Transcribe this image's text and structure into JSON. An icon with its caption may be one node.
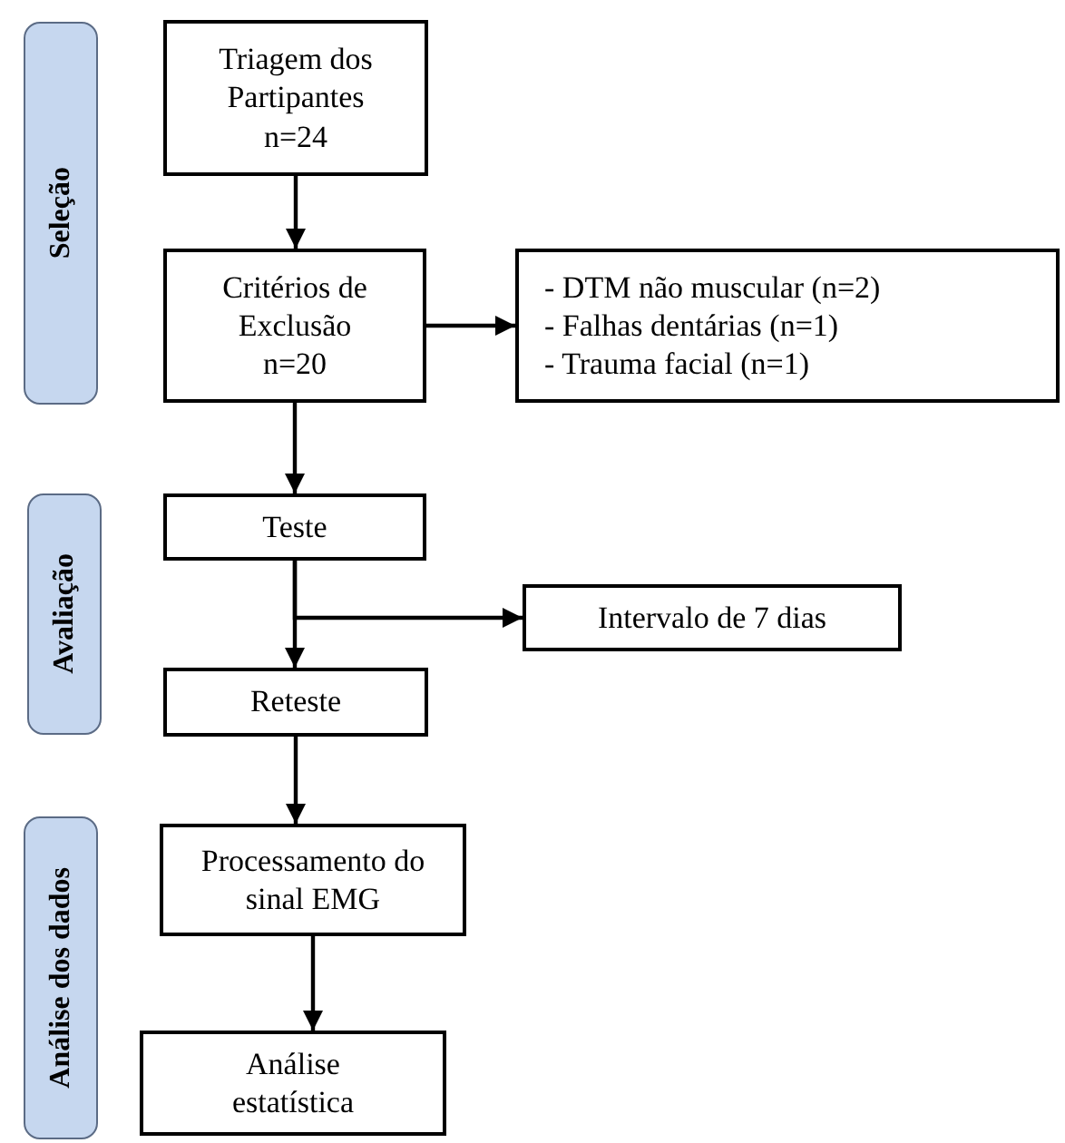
{
  "diagram": {
    "nodes": [
      {
        "text": [
          "Seleção"
        ]
      },
      {
        "text": [
          "Avaliação"
        ]
      },
      {
        "text": [
          "Análise dos dados"
        ]
      },
      {
        "text": [
          "Triagem dos Partipantes n=24"
        ]
      },
      {
        "text": [
          "Critérios de Exclusão n=20"
        ]
      },
      {
        "text": [
          "- DTM não muscular (n=2)",
          "- Falhas dentárias (n=1)",
          "- Trauma facial (n=1)"
        ]
      },
      {
        "text": [
          "Teste"
        ]
      },
      {
        "text": [
          "Intervalo de 7 dias"
        ]
      },
      {
        "text": [
          "Reteste"
        ]
      },
      {
        "text": [
          "Processamento do sinal EMG"
        ]
      },
      {
        "text": [
          "Análise estatística"
        ]
      }
    ],
    "edges": [
      {
        "from": 3,
        "to": 4,
        "arrow": "to"
      },
      {
        "from": 4,
        "to": 5,
        "arrow": "to"
      },
      {
        "from": 4,
        "to": 6,
        "arrow": "to"
      },
      {
        "from": 6,
        "to": 8,
        "arrow": "to"
      },
      {
        "from": 6,
        "to": 7,
        "arrow": "to"
      },
      {
        "from": 8,
        "to": 9,
        "arrow": "to"
      },
      {
        "from": 9,
        "to": 10,
        "arrow": "to"
      }
    ]
  }
}
